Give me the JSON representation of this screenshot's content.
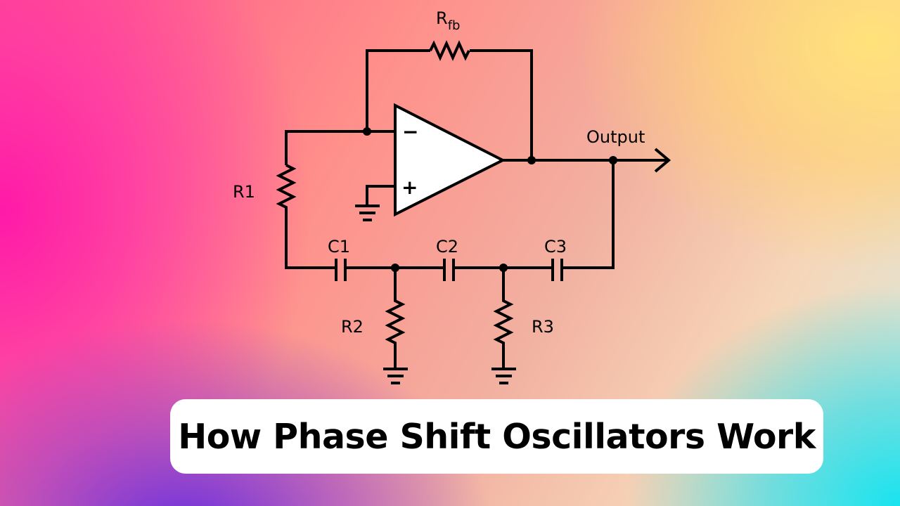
{
  "diagram": {
    "labels": {
      "rfb_main": "R",
      "rfb_sub": "fb",
      "r1": "R1",
      "r2": "R2",
      "r3": "R3",
      "c1": "C1",
      "c2": "C2",
      "c3": "C3",
      "output": "Output",
      "minus": "−",
      "plus": "+"
    }
  },
  "title": "How Phase Shift Oscillators Work"
}
